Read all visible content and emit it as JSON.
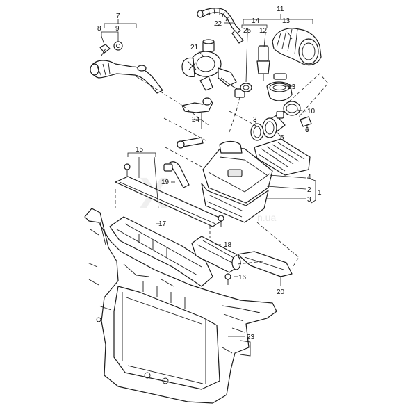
{
  "diagram": {
    "watermark": "X",
    "watermark_site": "n.ua",
    "callouts": {
      "c1": "1",
      "c2": "2",
      "c3": "3",
      "c4": "4",
      "c5": "5",
      "c6": "6",
      "c7": "7",
      "c8": "8",
      "c9": "9",
      "c10": "10",
      "c11": "11",
      "c12": "12",
      "c13a": "13",
      "c13b": "13",
      "c14": "14",
      "c15": "15",
      "c16": "16",
      "c17": "17",
      "c18": "18",
      "c19": "19",
      "c20": "20",
      "c21": "21",
      "c22": "22",
      "c23": "23",
      "c24": "24",
      "c25": "25",
      "c3b": "3"
    },
    "colors": {
      "line": "#1a1a1a",
      "background": "#ffffff"
    }
  }
}
